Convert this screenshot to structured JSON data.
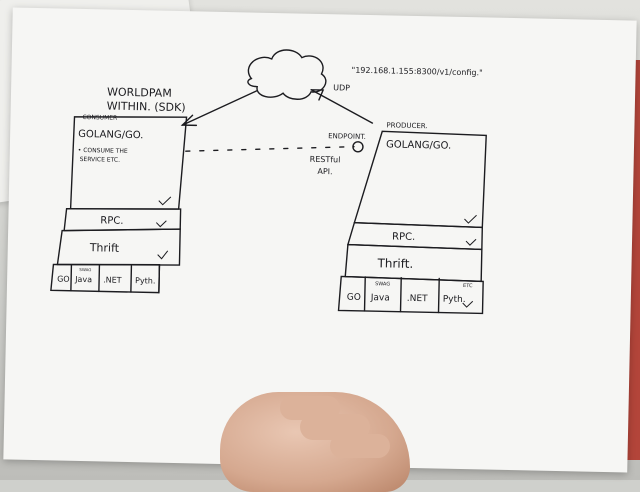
{
  "diagram": {
    "consumer": {
      "title_line1": "WORLDPAM",
      "title_line2": "WITHIN. (SDK)",
      "label": "CONSUMER",
      "lang": "GOLANG/GO.",
      "note_line1": "• CONSUME THE",
      "note_line2": "SERVICE ETC.",
      "rpc": "RPC.",
      "thrift": "Thrift",
      "clients": [
        "GO",
        "Java",
        ".NET",
        "Pyth."
      ],
      "client_note": "SWAG"
    },
    "producer": {
      "label": "PRODUCER.",
      "lang": "GOLANG/GO.",
      "endpoint": "ENDPOINT.",
      "api_line1": "RESTful",
      "api_line2": "API.",
      "rpc": "RPC.",
      "thrift": "Thrift.",
      "clients": [
        "GO",
        "Java",
        ".NET",
        "Pyth."
      ],
      "client_note": "SWAG",
      "client_note2": "ETC"
    },
    "network": {
      "protocol": "UDP",
      "url": "\"192.168.1.155:8300/v1/config.\""
    }
  }
}
